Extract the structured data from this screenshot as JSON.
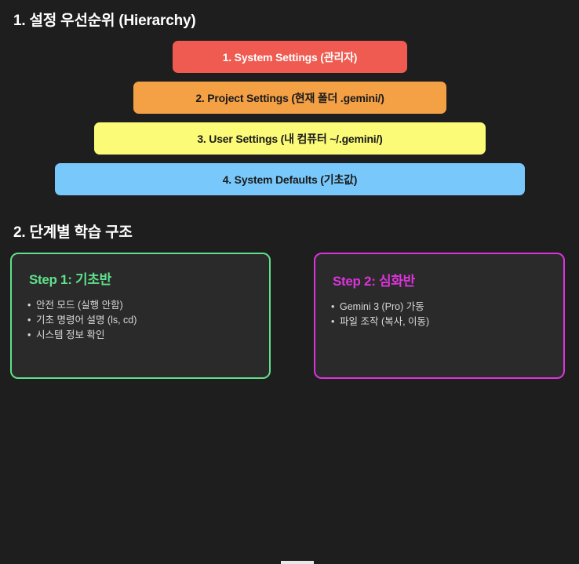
{
  "theme": {
    "background": "#1e1e1e",
    "card_background": "#2a2a2a",
    "heading_color": "#ffffff",
    "body_text_color": "#d8d8d8",
    "connector_color": "#e8e8e8"
  },
  "sections": {
    "hierarchy": {
      "title": "1. 설정 우선순위 (Hierarchy)",
      "levels": [
        {
          "label": "1. System Settings (관리자)",
          "bg": "#ef5b50",
          "text_color": "#ffffff"
        },
        {
          "label": "2. Project Settings (현재 폴더 .gemini/)",
          "bg": "#f4a045",
          "text_color": "#1a1a1a"
        },
        {
          "label": "3. User Settings (내 컴퓨터 ~/.gemini/)",
          "bg": "#fbfb77",
          "text_color": "#1a1a1a"
        },
        {
          "label": "4. System Defaults (기초값)",
          "bg": "#78c8fb",
          "text_color": "#1a1a1a"
        }
      ]
    },
    "steps": {
      "title": "2. 단계별 학습 구조",
      "items": [
        {
          "heading": "Step 1: 기초반",
          "accent": "#5fe08b",
          "bullets": [
            "안전 모드 (실행 안함)",
            "기초 명령어 설명 (ls, cd)",
            "시스템 정보 확인"
          ]
        },
        {
          "heading": "Step 2: 심화반",
          "accent": "#dd33dd",
          "bullets": [
            "Gemini 3 (Pro) 가동",
            "파일 조작 (복사, 이동)"
          ]
        }
      ]
    }
  }
}
